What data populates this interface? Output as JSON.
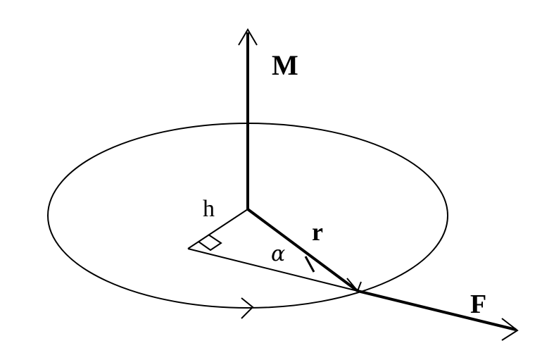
{
  "labels": {
    "moment": "M",
    "lever_arm": "h",
    "radius": "r",
    "angle": "α",
    "force": "F"
  },
  "colors": {
    "ink": "#000000",
    "background": "#ffffff"
  }
}
